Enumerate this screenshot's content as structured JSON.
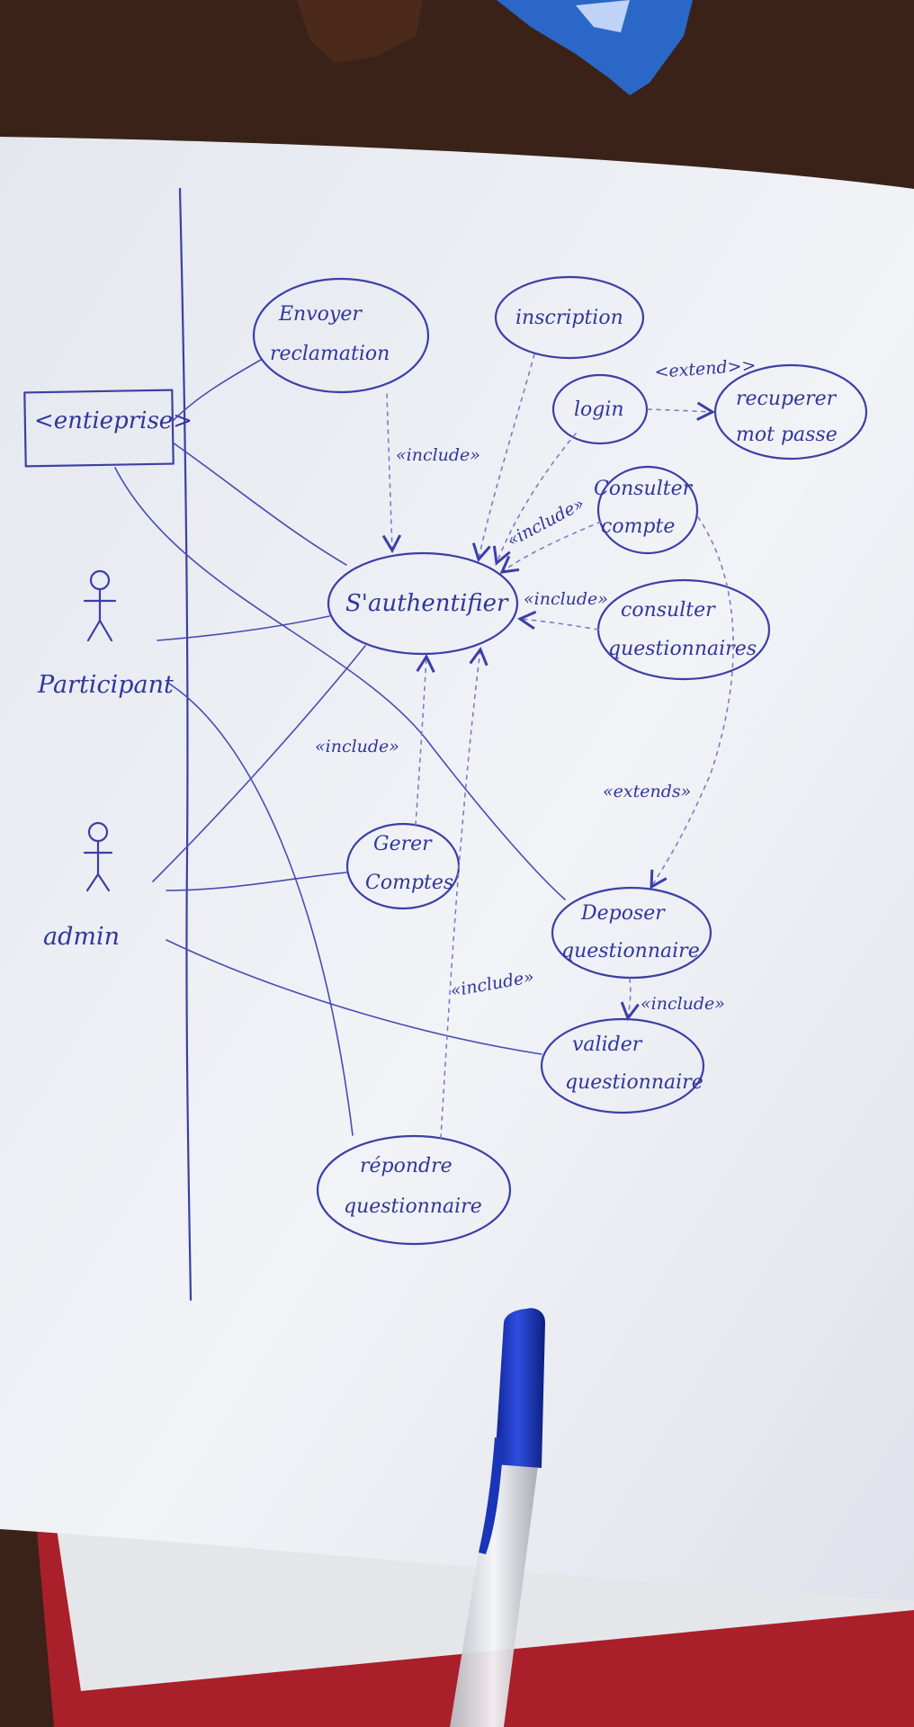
{
  "diagram": {
    "actors": {
      "entreprise": "<entieprise>",
      "participant": "Participant",
      "admin": "admin"
    },
    "use_cases": {
      "envoyer_reclamation": [
        "Envoyer",
        "reclamation"
      ],
      "inscription": "inscription",
      "login": "login",
      "recuperer_mot_passe": [
        "recuperer",
        "mot passe"
      ],
      "consulter_compte": [
        "Consulter",
        "compte"
      ],
      "s_authentifier": "S'authentifier",
      "consulter_questionnaires": [
        "consulter",
        "questionnaires"
      ],
      "gerer_comptes": [
        "Gerer",
        "Comptes"
      ],
      "deposer_questionnaire": [
        "Deposer",
        "questionnaire"
      ],
      "valider_questionnaire": [
        "valider",
        "questionnaire"
      ],
      "repondre_questionnaire": [
        "répondre",
        "questionnaire"
      ]
    },
    "stereotypes": {
      "extend_login": "<extend>>",
      "include_reclamation": "«include»",
      "include_compte": "«include»",
      "include_questionnaires": "«include»",
      "include_gerer": "«include»",
      "extends_deposer": "«extends»",
      "include_repondre": "«include»",
      "include_valider": "«include»"
    },
    "colors": {
      "ink": "#3d3fa6",
      "paper": "#eef0f5",
      "table": "#3a2219",
      "notebook_edge": "#a9202a",
      "pen_cap": "#1a35b8"
    }
  }
}
